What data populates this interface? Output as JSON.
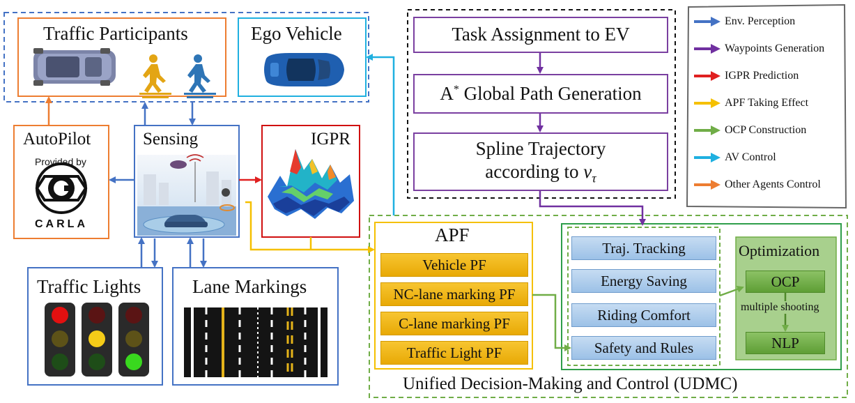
{
  "participants": {
    "title": "Traffic Participants"
  },
  "ego": {
    "title": "Ego Vehicle"
  },
  "autopilot": {
    "title": "AutoPilot",
    "provided_by": "Provided by",
    "logo_text": "CARLA"
  },
  "sensing": {
    "title": "Sensing"
  },
  "igpr": {
    "title": "IGPR"
  },
  "traffic_lights": {
    "title": "Traffic Lights"
  },
  "lane_markings": {
    "title": "Lane Markings"
  },
  "pipeline": {
    "task": "Task Assignment to EV",
    "astar_prefix": "A",
    "astar_sup": "*",
    "astar_suffix": " Global Path Generation",
    "spline_line1": "Spline Trajectory",
    "spline_line2": "according to ",
    "spline_var": "v",
    "spline_sub": "τ"
  },
  "apf": {
    "title": "APF",
    "items": [
      "Vehicle PF",
      "NC-lane marking PF",
      "C-lane marking PF",
      "Traffic Light PF"
    ]
  },
  "objectives": {
    "items": [
      "Traj. Tracking",
      "Energy Saving",
      "Riding Comfort",
      "Safety and Rules"
    ]
  },
  "optimization": {
    "title": "Optimization",
    "ocp": "OCP",
    "shooting": "multiple shooting",
    "nlp": "NLP"
  },
  "udmc_caption": "Unified Decision-Making and Control (UDMC)",
  "legend": {
    "items": [
      {
        "label": "Env. Perception",
        "color": "#4472c4"
      },
      {
        "label": "Waypoints Generation",
        "color": "#7030a0"
      },
      {
        "label": "IGPR Prediction",
        "color": "#e02020"
      },
      {
        "label": "APF Taking Effect",
        "color": "#f5c000"
      },
      {
        "label": "OCP Construction",
        "color": "#70ad47"
      },
      {
        "label": "AV Control",
        "color": "#1fb0e0"
      },
      {
        "label": "Other Agents Control",
        "color": "#ed7d31"
      }
    ]
  }
}
